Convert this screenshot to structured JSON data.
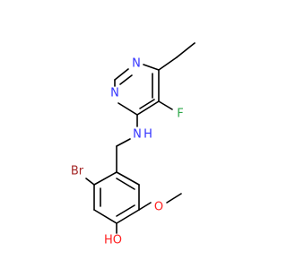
{
  "molecule": {
    "atoms": {
      "N_ring_top": "N",
      "N_ring_left": "N",
      "F": "F",
      "N_amine": "N",
      "H_amine": "H",
      "Br": "Br",
      "OH": "HO"
    },
    "colors": {
      "bond": "#000000",
      "N": "#3333ff",
      "F": "#2ea84a",
      "Br": "#a62929",
      "O": "#ff2020"
    }
  }
}
